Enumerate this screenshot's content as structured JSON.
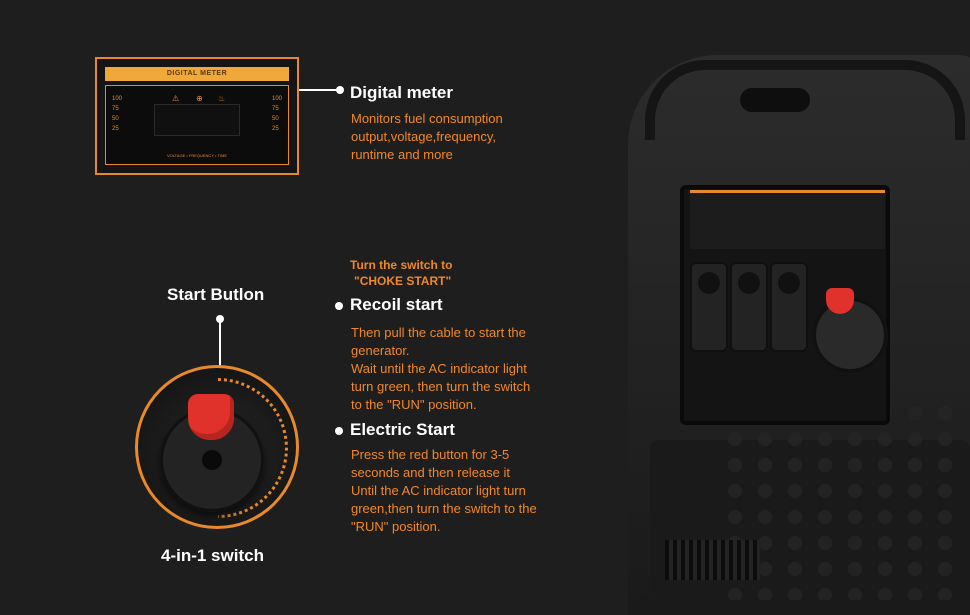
{
  "meter_thumb": {
    "title": "DIGITAL METER",
    "scale_left": [
      "100",
      "75",
      "50",
      "25"
    ],
    "scale_right": [
      "100",
      "75",
      "50",
      "25"
    ],
    "footer": "VOLTAGE • FREQUENCY • TIME"
  },
  "digital_meter": {
    "heading": "Digital meter",
    "lines": [
      "Monitors fuel consumption",
      "output,voltage,frequency,",
      "runtime and more"
    ]
  },
  "start_button_label": "Start Butlon",
  "switch_label": "4-in-1 switch",
  "recoil": {
    "pre": [
      "Turn the switch to",
      "\"CHOKE START\""
    ],
    "heading": "Recoil start",
    "lines": [
      "Then pull the cable to start the",
      "generator.",
      "Wait until the AC indicator light",
      "turn green, then turn the switch",
      "to the \"RUN\" position."
    ]
  },
  "electric": {
    "heading": "Electric Start",
    "lines": [
      "Press the red button for 3-5",
      "seconds and then release it",
      "Until the AC indicator light turn",
      "green,then turn the switch to the",
      "\"RUN\" position."
    ]
  },
  "colors": {
    "accent": "#f0882a",
    "background": "#1f1e1e",
    "knob_red": "#e0312b"
  }
}
